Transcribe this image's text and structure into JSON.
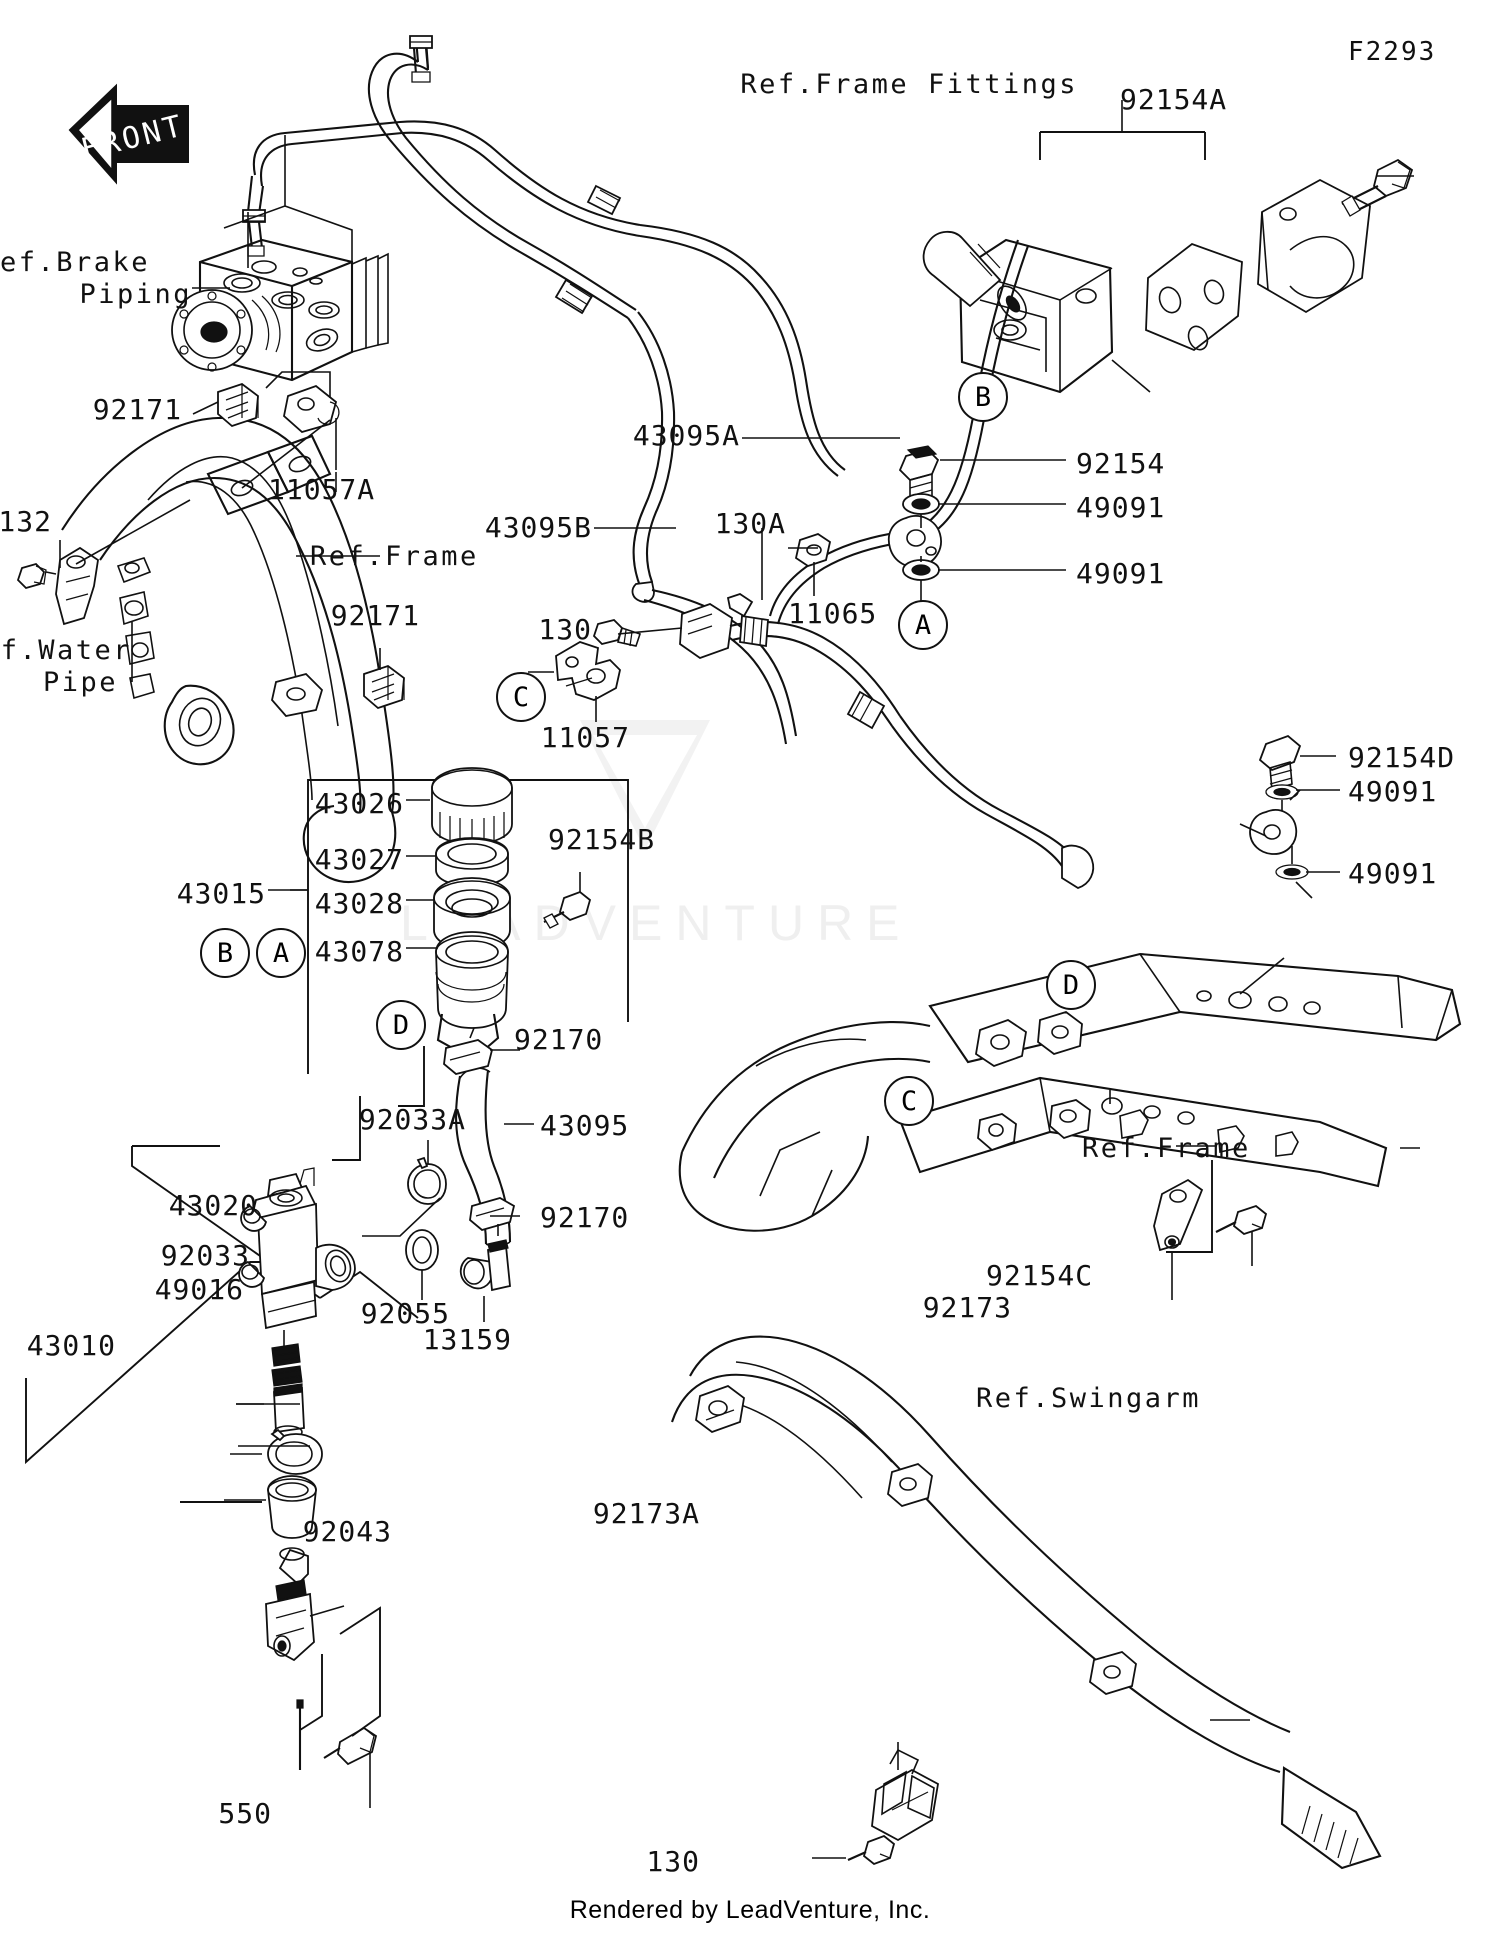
{
  "sheet": {
    "code": "F2293",
    "footer": "Rendered by LeadVenture, Inc.",
    "watermark": "LEADVENTURE",
    "front_arrow_label": "FRONT"
  },
  "callouts": {
    "ref_brake_piping_l1": "Ref.Brake",
    "ref_brake_piping_l2": "Piping",
    "ref_frame_fittings": "Ref.Frame Fittings",
    "ref_frame_left": "Ref.Frame",
    "ref_frame_right": "Ref.Frame",
    "ref_water_pipe_l1": "Ref.Water",
    "ref_water_pipe_l2": "Pipe",
    "ref_swingarm": "Ref.Swingarm"
  },
  "part_numbers": {
    "p92154A": "92154A",
    "p92171_top": "92171",
    "p11057A": "11057A",
    "p132": "132",
    "p92171_bottom": "92171",
    "p43095A": "43095A",
    "p43095B": "43095B",
    "p130A": "130A",
    "p11065": "11065",
    "p130_left": "130",
    "p11057": "11057",
    "p92154": "92154",
    "p49091_a": "49091",
    "p49091_b": "49091",
    "p92154D": "92154D",
    "p49091_c": "49091",
    "p49091_d": "49091",
    "p43026": "43026",
    "p43027": "43027",
    "p43028": "43028",
    "p43078": "43078",
    "p43015": "43015",
    "p92154B": "92154B",
    "p92170_top": "92170",
    "p43095": "43095",
    "p92033A": "92033A",
    "p92170_bottom": "92170",
    "p43020": "43020",
    "p92033": "92033",
    "p49016": "49016",
    "p43010": "43010",
    "p92055": "92055",
    "p13159": "13159",
    "p92043": "92043",
    "p550": "550",
    "p92154C": "92154C",
    "p92173": "92173",
    "p92173A": "92173A",
    "p130_bottom": "130"
  },
  "markers": {
    "m_A_right": "A",
    "m_B_right": "B",
    "m_C_center": "C",
    "m_D_reservoir": "D",
    "m_B_mc": "B",
    "m_A_mc": "A",
    "m_D_frame": "D",
    "m_C_frame": "C"
  },
  "colors": {
    "line": "#111111",
    "background": "#ffffff",
    "watermark": "#efefef"
  }
}
